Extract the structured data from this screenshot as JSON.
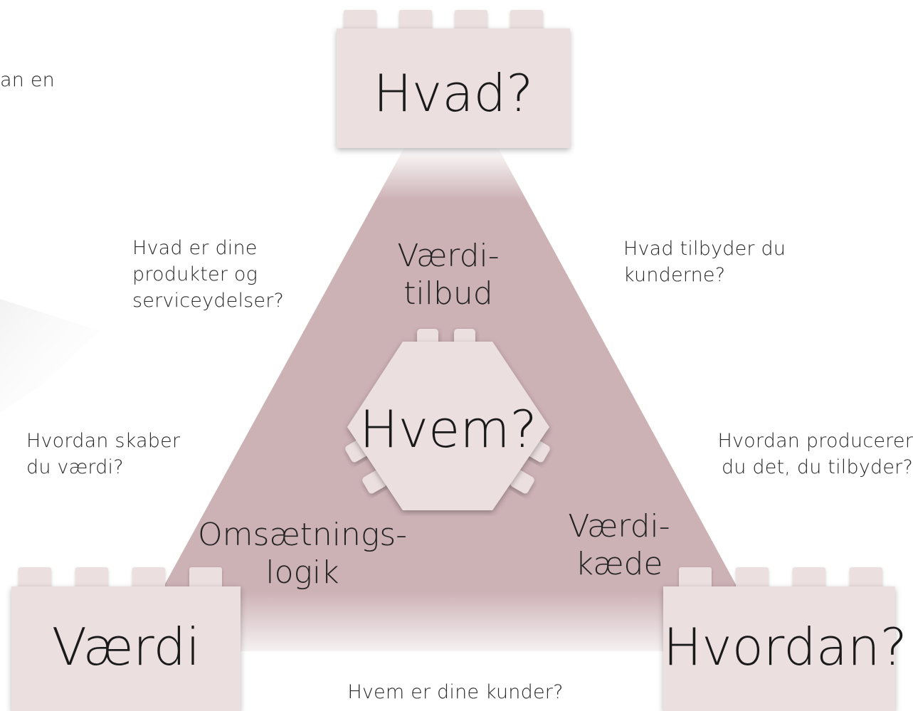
{
  "fragment_text": "an en",
  "corners": {
    "top": "Hvad?",
    "left": "Værdi",
    "right": "Hvordan?",
    "center": "Hvem?"
  },
  "sides": {
    "top": [
      "Værdi-",
      "tilbud"
    ],
    "left": [
      "Omsætnings-",
      "logik"
    ],
    "right": [
      "Værdi-",
      "kæde"
    ]
  },
  "questions": {
    "top_left": [
      "Hvad er dine",
      "produkter og",
      "serviceydelser?"
    ],
    "top_right": [
      "Hvad tilbyder du",
      "kunderne?"
    ],
    "mid_left": [
      "Hvordan skaber",
      "du værdi?"
    ],
    "mid_right": [
      "Hvordan producerer",
      "du det, du tilbyder?"
    ],
    "bottom": "Hvem er dine kunder?"
  },
  "colors": {
    "triangle": "#ccb1b5",
    "brick": "#ebdfe0"
  }
}
